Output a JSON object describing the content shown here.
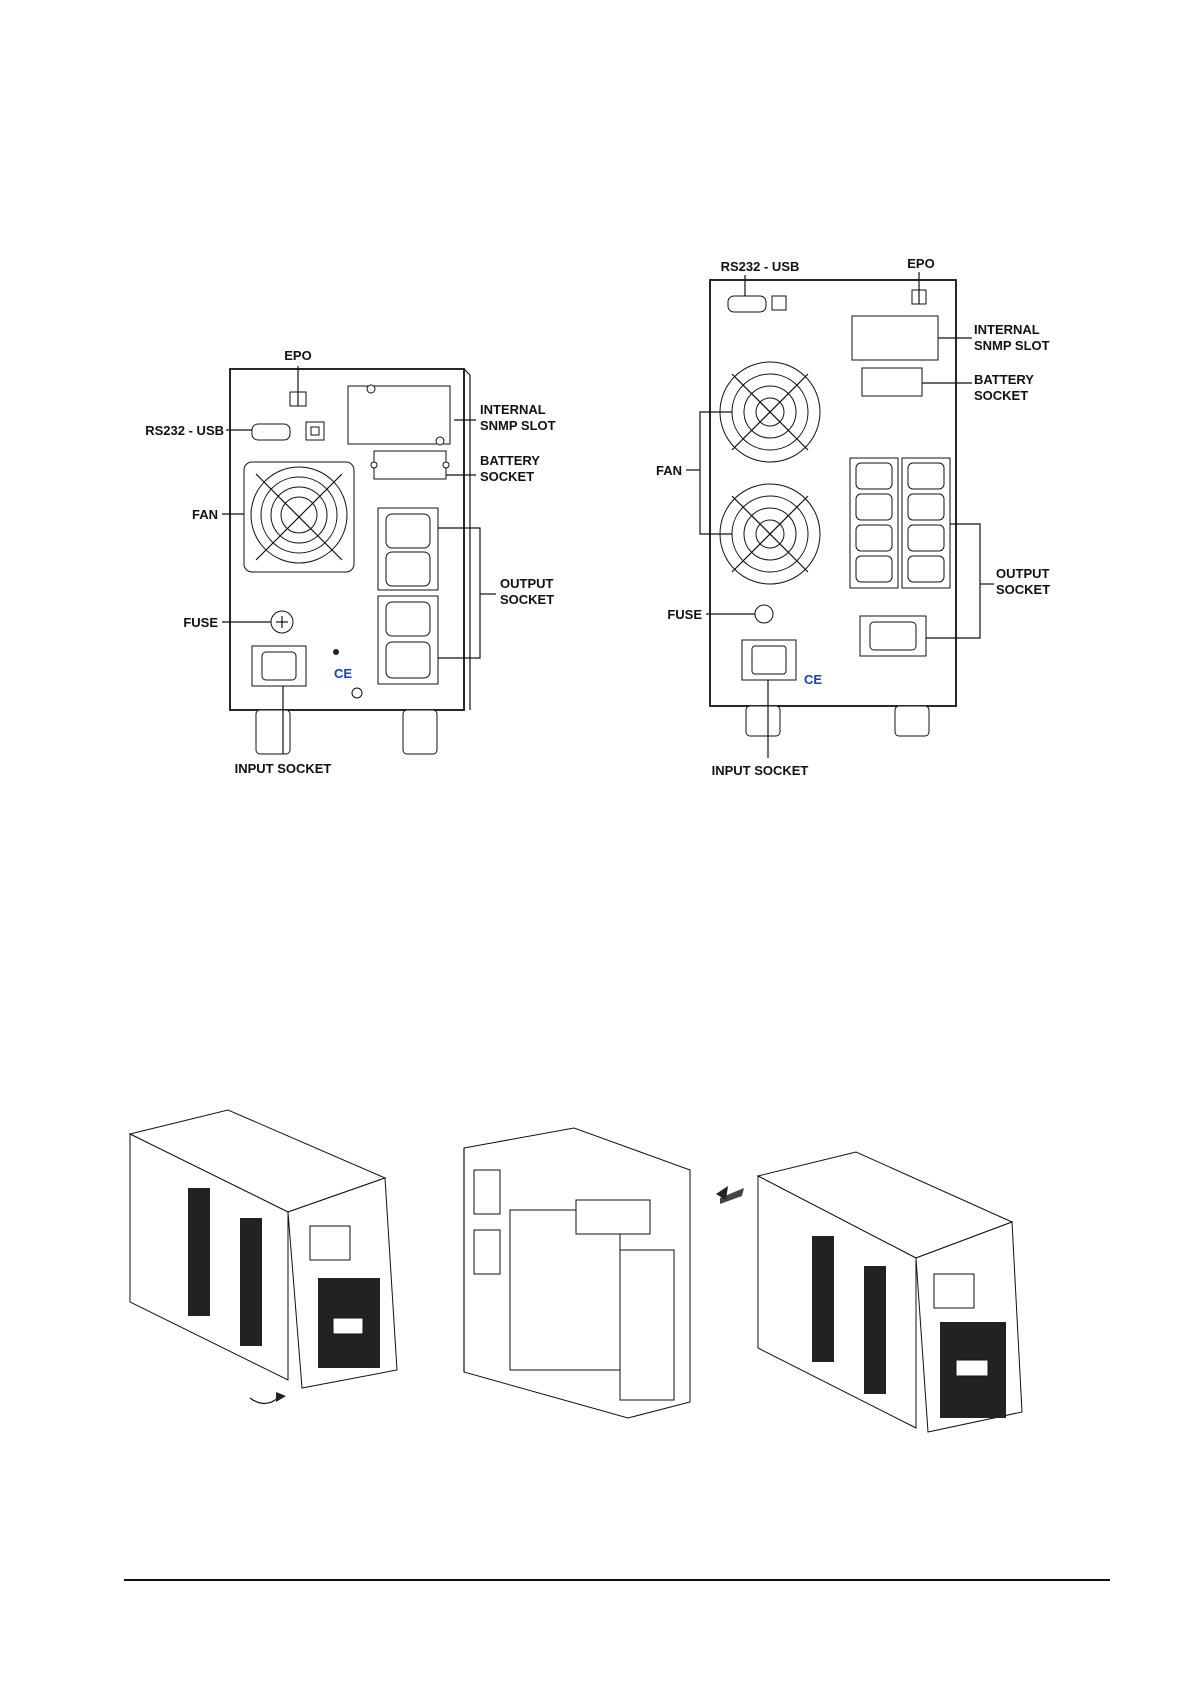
{
  "diagram_left": {
    "labels": {
      "epo": "EPO",
      "rs232_usb": "RS232 - USB",
      "internal_snmp_slot_line1": "INTERNAL",
      "internal_snmp_slot_line2": "SNMP  SLOT",
      "battery_socket_line1": "BATTERY",
      "battery_socket_line2": "SOCKET",
      "fan": "FAN",
      "output_socket_line1": "OUTPUT",
      "output_socket_line2": "SOCKET",
      "fuse": "FUSE",
      "input_socket": "INPUT SOCKET",
      "ce_mark": "CE"
    }
  },
  "diagram_right": {
    "labels": {
      "rs232_usb": "RS232 - USB",
      "epo": "EPO",
      "internal_snmp_slot_line1": "INTERNAL",
      "internal_snmp_slot_line2": "SNMP SLOT",
      "battery_socket_line1": "BATTERY",
      "battery_socket_line2": "SOCKET",
      "fan": "FAN",
      "output_socket_line1": "OUTPUT",
      "output_socket_line2": "SOCKET",
      "fuse": "FUSE",
      "input_socket": "INPUT SOCKET",
      "ce_mark": "CE"
    }
  },
  "installation_figure": {
    "steps": [
      "ups-with-front-panel-removal",
      "ups-internal-battery-pack",
      "ups-assembled"
    ]
  }
}
